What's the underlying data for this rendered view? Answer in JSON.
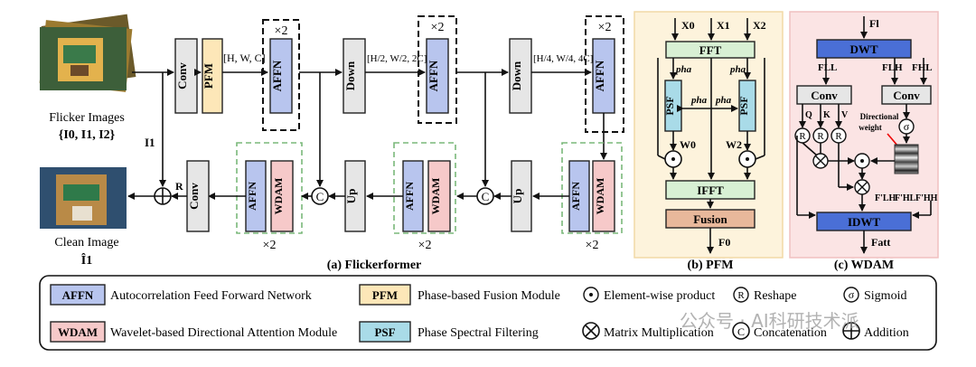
{
  "blocks": {
    "conv": "Conv",
    "pfm": "PFM",
    "affn": "AFFN",
    "down": "Down",
    "up": "Up",
    "wdam": "WDAM",
    "times2": "×2",
    "concat": "C",
    "residual": "R"
  },
  "inputs": {
    "flicker_label": "Flicker Images",
    "flicker_set": "{I0, I1, I2}",
    "clean_label": "Clean Image",
    "clean_sym": "Î1",
    "i1": "I1"
  },
  "dims": {
    "d1": "[H, W, C]",
    "d2": "[H/2, W/2, 2C]",
    "d3": "[H/4, W/4, 4C]"
  },
  "pfm_panel": {
    "x0": "X0",
    "x1": "X1",
    "x2": "X2",
    "fft": "FFT",
    "pha": "pha",
    "psf": "PSF",
    "w0": "W0",
    "w2": "W2",
    "ifft": "IFFT",
    "fusion": "Fusion",
    "f0": "F0"
  },
  "wdam_panel": {
    "fl": "Fl",
    "dwt": "DWT",
    "fll": "FLL",
    "flh": "FLH",
    "fhl": "FHL",
    "conv": "Conv",
    "q": "Q",
    "k": "K",
    "v": "V",
    "r": "R",
    "sigma": "σ",
    "dir_weight_1": "Directional",
    "dir_weight_2": "weight",
    "flh2": "F'LH",
    "fhl2": "F'HL",
    "fhh2": "F'HH",
    "idwt": "IDWT",
    "fatt": "Fatt"
  },
  "captions": {
    "a": "(a) Flickerformer",
    "b": "(b) PFM",
    "c": "(c) WDAM"
  },
  "legend": {
    "affn_tag": "AFFN",
    "affn_desc": "Autocorrelation Feed Forward Network",
    "pfm_tag": "PFM",
    "pfm_desc": "Phase-based Fusion Module",
    "ewp": "Element-wise product",
    "reshape": "Reshape",
    "sigmoid": "Sigmoid",
    "wdam_tag": "WDAM",
    "wdam_desc": "Wavelet-based Directional Attention Module",
    "psf_tag": "PSF",
    "psf_desc": "Phase Spectral Filtering",
    "matmul": "Matrix Multiplication",
    "concat": "Concatenation",
    "addition": "Addition"
  },
  "watermark": "公众号 · AI科研技术派"
}
